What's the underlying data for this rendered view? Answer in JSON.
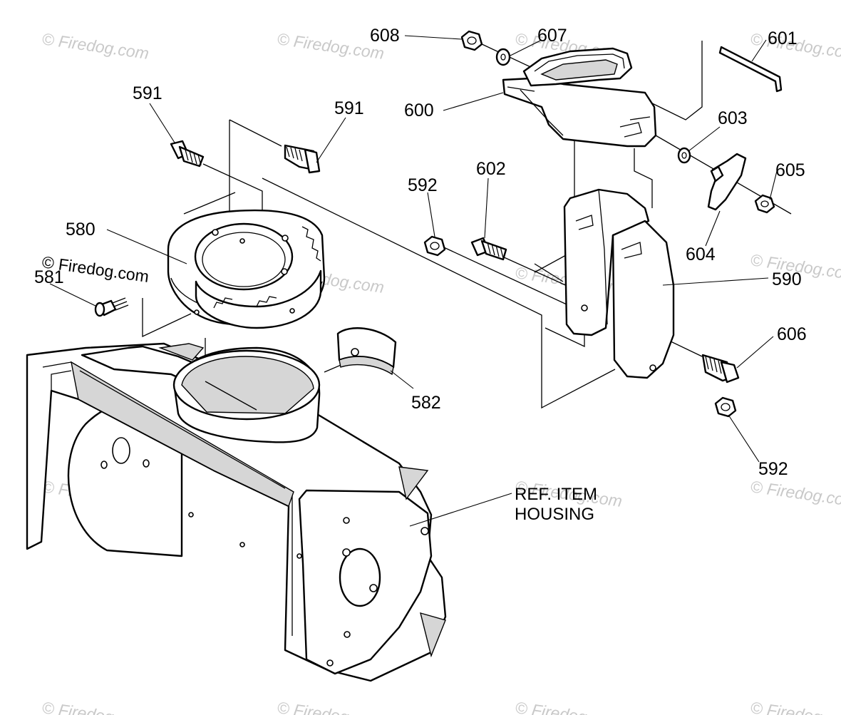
{
  "callouts": {
    "c580": "580",
    "c581": "581",
    "c582": "582",
    "c590": "590",
    "c591a": "591",
    "c591b": "591",
    "c592a": "592",
    "c592b": "592",
    "c600": "600",
    "c601": "601",
    "c602": "602",
    "c603": "603",
    "c604": "604",
    "c605": "605",
    "c606": "606",
    "c607": "607",
    "c608": "608"
  },
  "reference": {
    "line1": "REF. ITEM",
    "line2": "HOUSING"
  },
  "watermark": {
    "text": "© Firedog.com"
  },
  "colors": {
    "line": "#000000",
    "shade": "#d6d6d6",
    "watermark": "#c9c9c9"
  }
}
